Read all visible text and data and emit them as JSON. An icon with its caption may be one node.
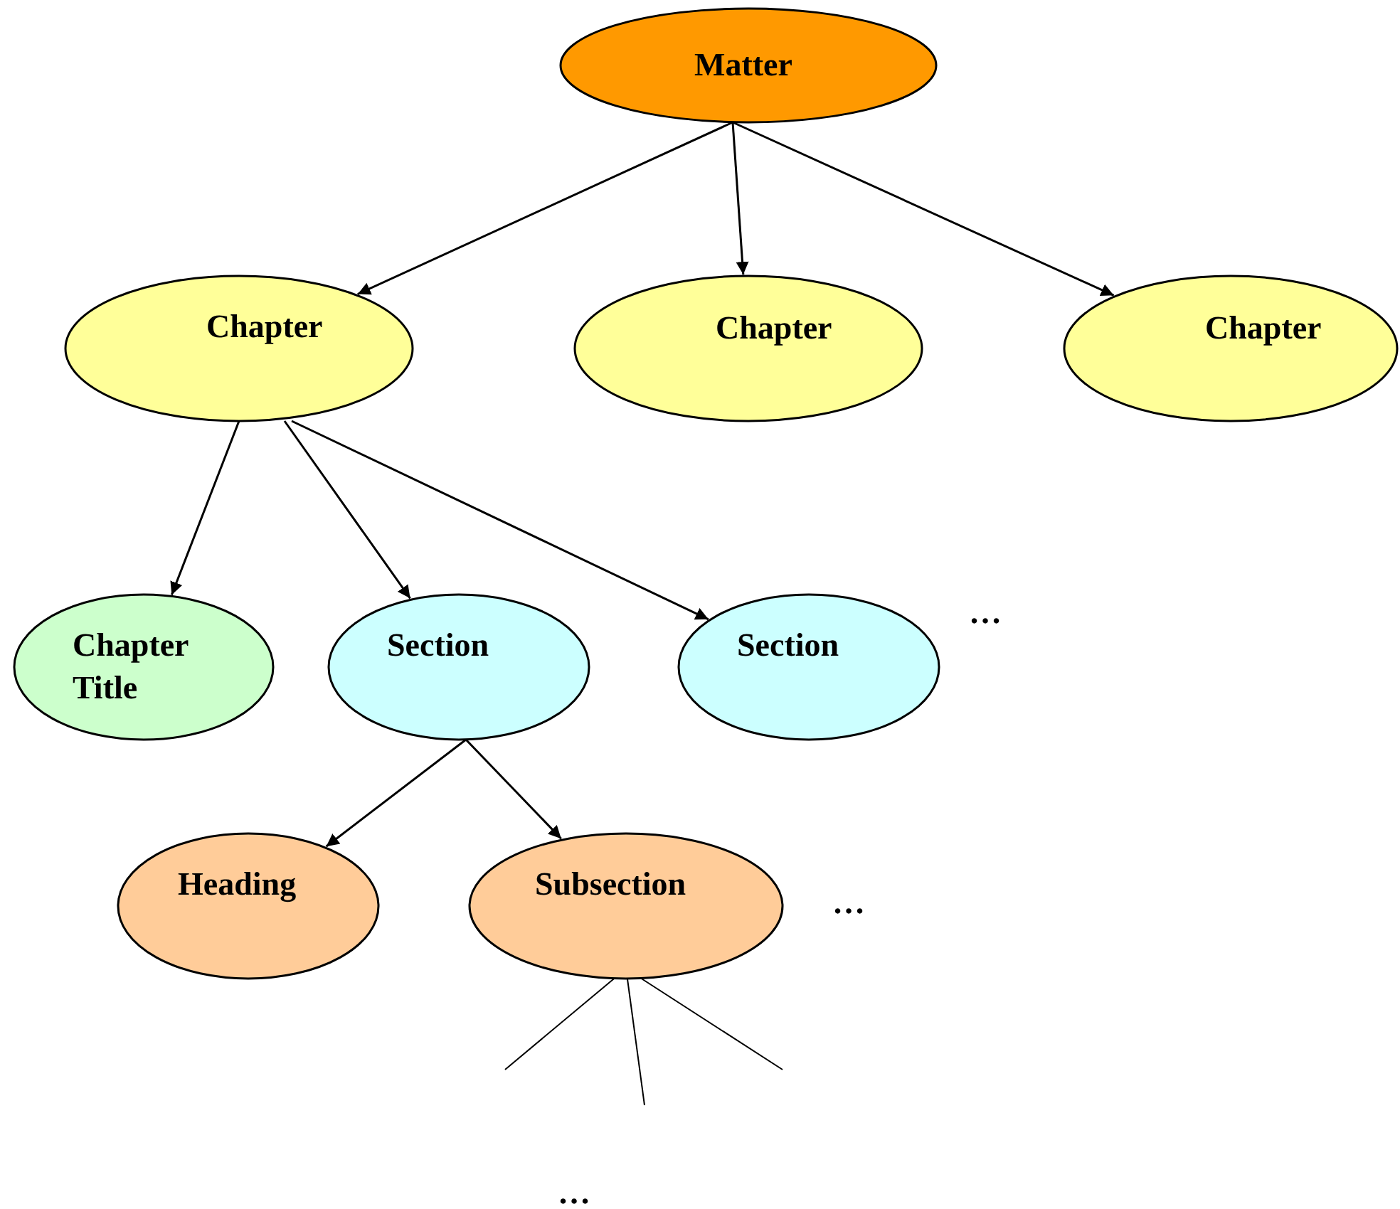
{
  "diagram": {
    "nodes": [
      {
        "text": [
          "Matter"
        ]
      },
      {
        "text": [
          "Chapter"
        ]
      },
      {
        "text": [
          "Chapter"
        ]
      },
      {
        "text": [
          "Chapter"
        ]
      },
      {
        "text": [
          "Chapter Title"
        ]
      },
      {
        "text": [
          "Section"
        ]
      },
      {
        "text": [
          "Section"
        ]
      },
      {
        "text": [
          "Heading"
        ]
      },
      {
        "text": [
          "Subsection"
        ]
      }
    ],
    "edges": [
      {
        "from": 0,
        "to": 1,
        "arrow": "to"
      },
      {
        "from": 0,
        "to": 2,
        "arrow": "to"
      },
      {
        "from": 0,
        "to": 3,
        "arrow": "to"
      },
      {
        "from": 1,
        "to": 4,
        "arrow": "to"
      },
      {
        "from": 1,
        "to": 5,
        "arrow": "to"
      },
      {
        "from": 1,
        "to": 6,
        "arrow": "to"
      },
      {
        "from": 5,
        "to": 7,
        "arrow": "to"
      },
      {
        "from": 5,
        "to": 8,
        "arrow": "to"
      },
      {
        "from": 8,
        "to": null,
        "arrow": "none"
      },
      {
        "from": 8,
        "to": null,
        "arrow": "none"
      },
      {
        "from": 8,
        "to": null,
        "arrow": "none"
      }
    ],
    "labels": [
      "…",
      "…",
      "…"
    ]
  }
}
